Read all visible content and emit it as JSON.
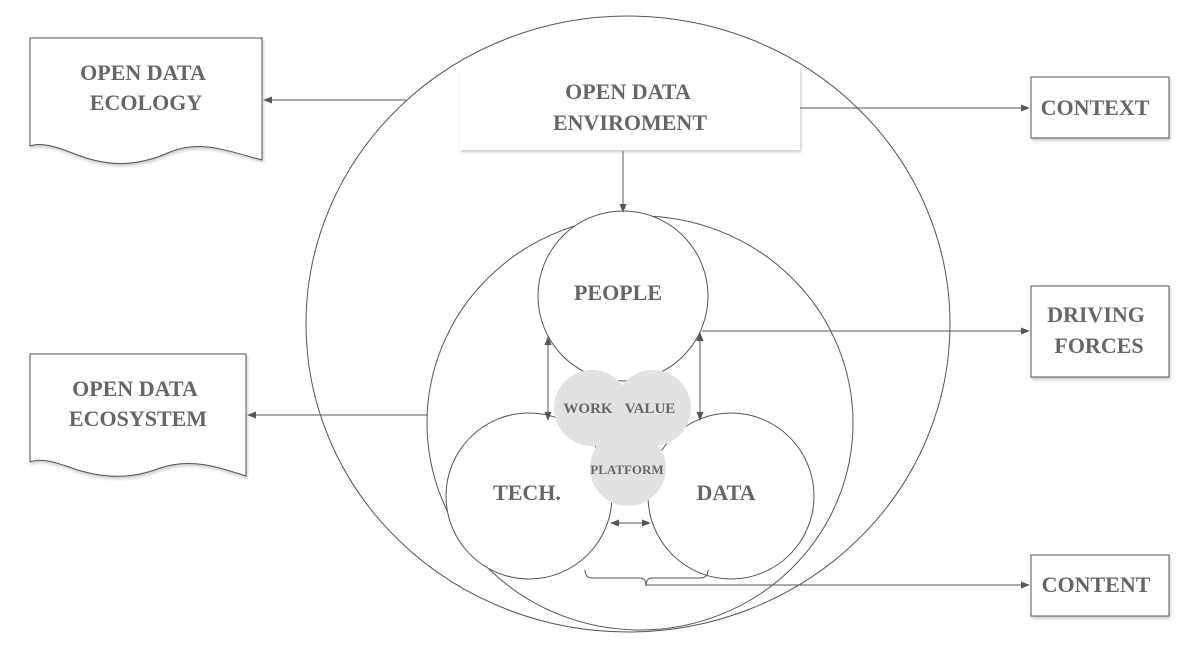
{
  "doc_shapes": {
    "ecology": {
      "line1": "OPEN DATA",
      "line2": "ECOLOGY"
    },
    "ecosystem": {
      "line1": "OPEN DATA",
      "line2": "ECOSYSTEM"
    }
  },
  "environment_box": {
    "line1": "OPEN DATA",
    "line2": "ENVIROMENT"
  },
  "right_boxes": {
    "context": "CONTEXT",
    "driving_forces": {
      "line1": "DRIVING",
      "line2": "FORCES"
    },
    "content": "CONTENT"
  },
  "circles": {
    "people": "PEOPLE",
    "tech": "TECH.",
    "data": "DATA"
  },
  "small_circles": {
    "work": "WORK",
    "value": "VALUE",
    "platform": "PLATFORM"
  },
  "colors": {
    "stroke": "#555555",
    "text": "#666666",
    "small_circle_fill": "#e2e2e2"
  }
}
